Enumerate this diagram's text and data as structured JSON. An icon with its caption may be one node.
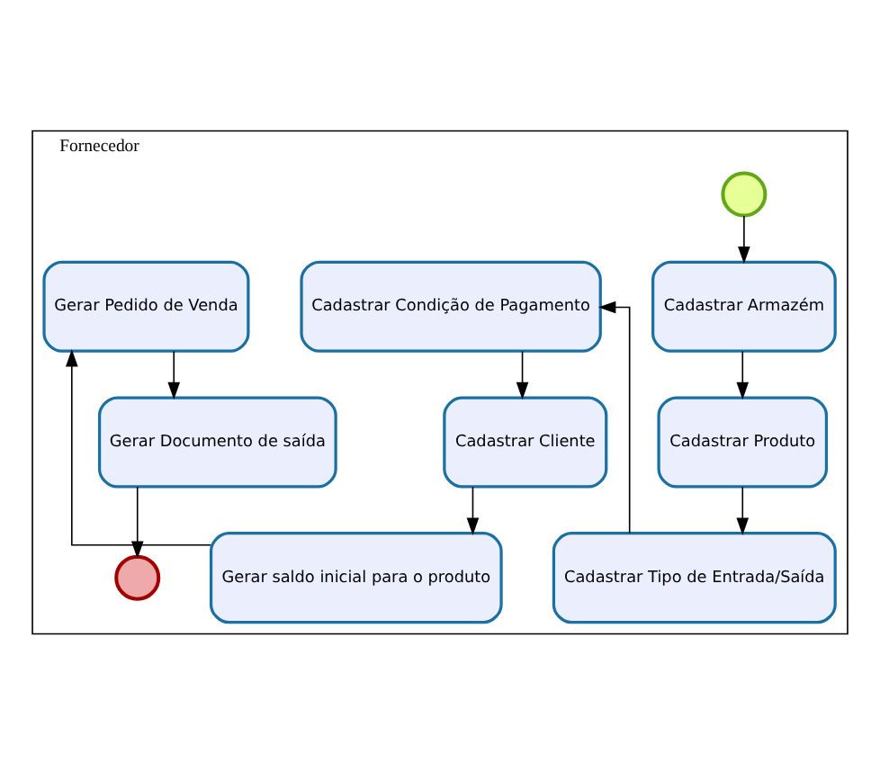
{
  "diagram": {
    "nodes": [
      {
        "text": [
          "Fornecedor"
        ]
      },
      {
        "text": [],
        "shape": "circle",
        "in": 0
      },
      {
        "text": [
          "Cadastrar Armazém"
        ],
        "in": 0
      },
      {
        "text": [
          "Cadastrar Produto"
        ],
        "in": 0
      },
      {
        "text": [
          "Cadastrar Tipo de Entrada/Saída"
        ],
        "in": 0
      },
      {
        "text": [
          "Cadastrar Condição de Pagamento"
        ],
        "in": 0
      },
      {
        "text": [
          "Cadastrar Cliente"
        ],
        "in": 0
      },
      {
        "text": [
          "Gerar saldo inicial para o produto"
        ],
        "in": 0
      },
      {
        "text": [
          "Gerar Pedido de Venda"
        ],
        "in": 0
      },
      {
        "text": [
          "Gerar Documento de saída"
        ],
        "in": 0
      },
      {
        "text": [],
        "shape": "circle",
        "in": 0
      }
    ],
    "edges": [
      {
        "from": 1,
        "to": 2,
        "arrow": "to"
      },
      {
        "from": 2,
        "to": 3,
        "arrow": "to"
      },
      {
        "from": 3,
        "to": 4,
        "arrow": "to"
      },
      {
        "from": 4,
        "to": 5,
        "arrow": "to"
      },
      {
        "from": 5,
        "to": 6,
        "arrow": "to"
      },
      {
        "from": 6,
        "to": 7,
        "arrow": "to"
      },
      {
        "from": 7,
        "to": 8,
        "arrow": "to"
      },
      {
        "from": 8,
        "to": 9,
        "arrow": "to"
      },
      {
        "from": 9,
        "to": 10,
        "arrow": "to"
      }
    ]
  }
}
